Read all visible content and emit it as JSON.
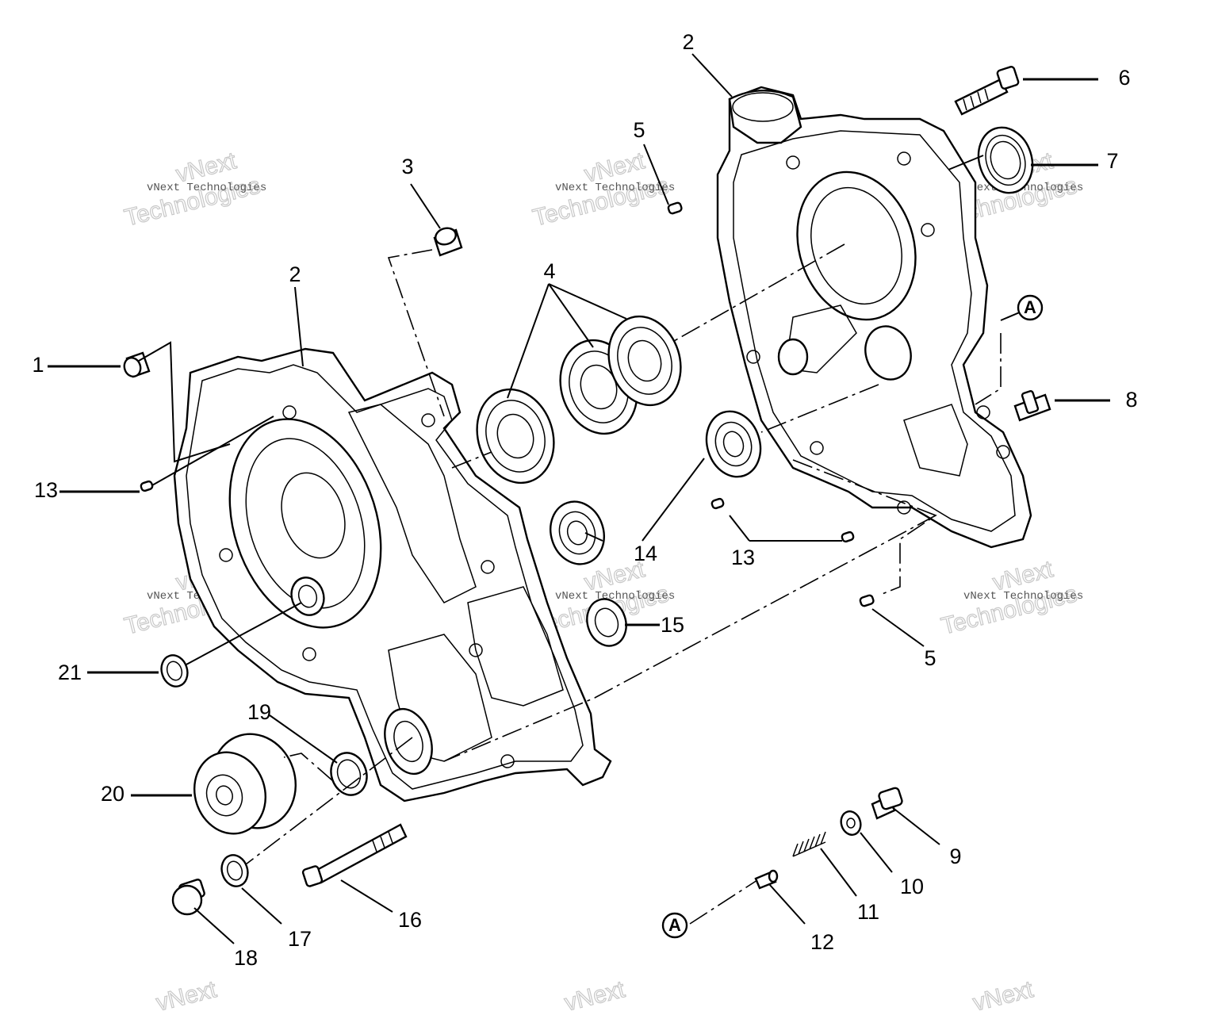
{
  "callouts": {
    "c1": "1",
    "c2": "2",
    "c3": "3",
    "c4": "4",
    "c5": "5",
    "c6": "6",
    "c7": "7",
    "c8": "8",
    "c9": "9",
    "c10": "10",
    "c11": "11",
    "c12": "12",
    "c13": "13",
    "c14": "14",
    "c15": "15",
    "c16": "16",
    "c17": "17",
    "c18": "18",
    "c19": "19",
    "c20": "20",
    "c21": "21"
  },
  "markers": [
    "A",
    "A"
  ],
  "watermark": {
    "vnext": "vNext",
    "technologies": "Technologies",
    "label": "vNext Technologies"
  }
}
